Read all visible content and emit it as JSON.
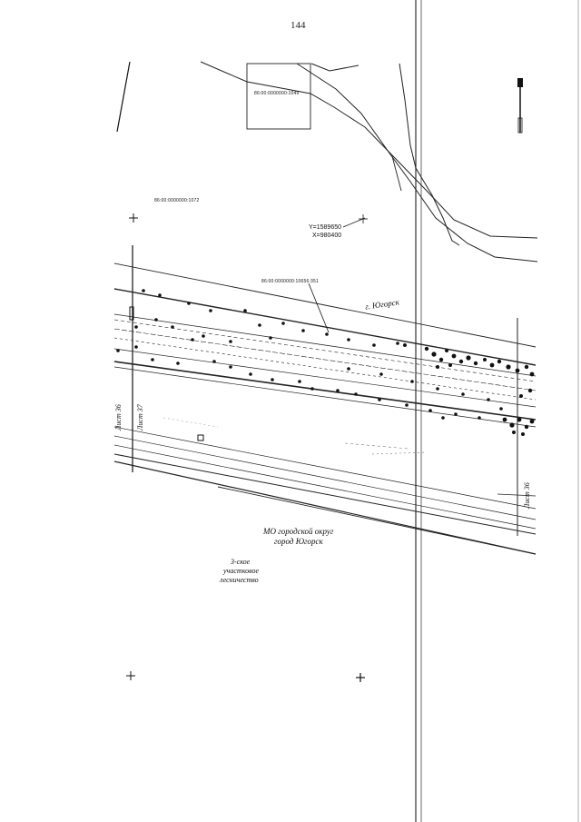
{
  "page_number": "144",
  "labels": {
    "cadastral_1": "86:00:0000000:1049",
    "cadastral_2": "86:00:0000000:1072",
    "cadastral_3": "86:00:0000000:10656:351",
    "coord_y": "Y=1589650",
    "coord_x": "X=980400",
    "city": "г. Югорск",
    "district_line1": "МО городской округ",
    "district_line2": "город Югорск",
    "forestry_line1": "3-ское",
    "forestry_line2": "участковое",
    "forestry_line3": "лесничество",
    "sheet_36": "Лист 36",
    "sheet_37": "Лист 37",
    "sheet_36b": "Лист 36"
  },
  "colors": {
    "ink": "#111111",
    "paper": "#ffffff"
  }
}
